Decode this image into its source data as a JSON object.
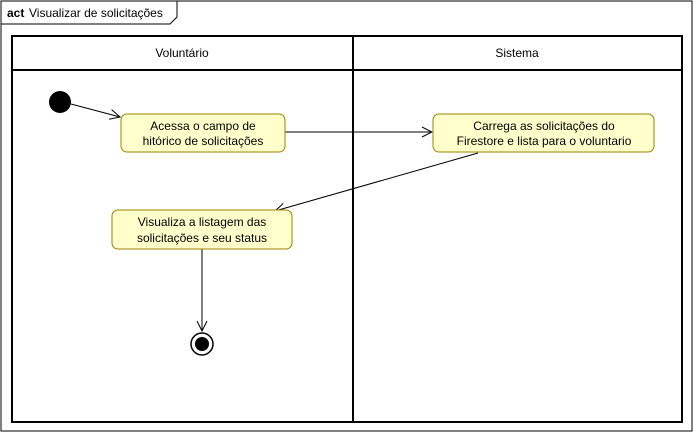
{
  "frame": {
    "keyword": "act",
    "title": "Visualizar de solicitações"
  },
  "lanes": [
    {
      "id": "lane-voluntario",
      "label": "Voluntário"
    },
    {
      "id": "lane-sistema",
      "label": "Sistema"
    }
  ],
  "nodes": {
    "action_acessa": {
      "line1": "Acessa o campo de",
      "line2": "hitórico de solicitações"
    },
    "action_carrega": {
      "line1": "Carrega as solicitações do",
      "line2": "Firestore e lista para o voluntario"
    },
    "action_visualiza": {
      "line1": "Visualiza a listagem das",
      "line2": "solicitações e seu status"
    }
  },
  "colors": {
    "action_fill": "#ffffcc",
    "action_stroke": "#a08000",
    "line": "#000000"
  }
}
